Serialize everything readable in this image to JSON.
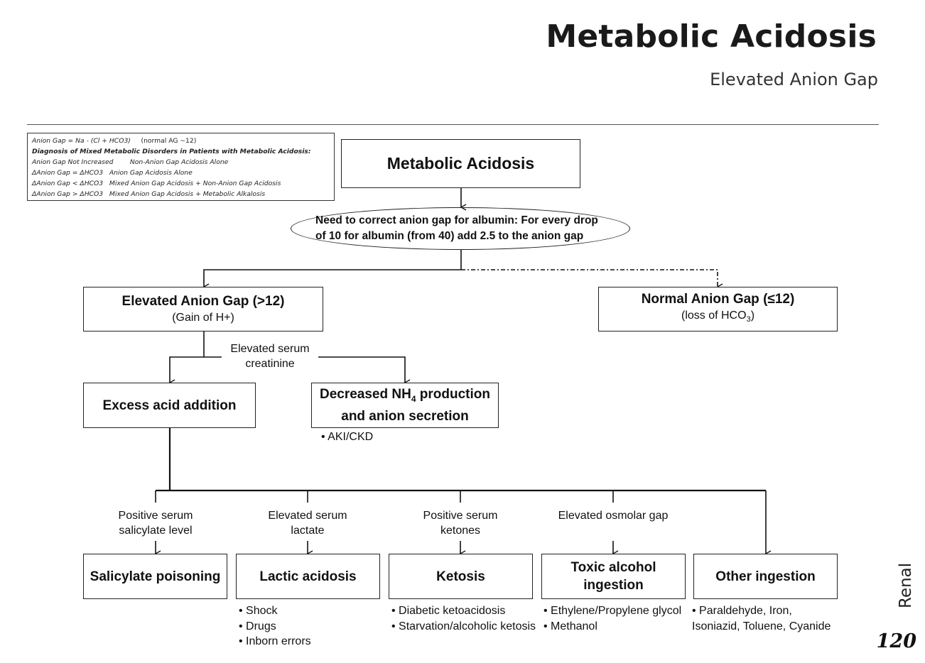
{
  "header": {
    "title": "Metabolic Acidosis",
    "subtitle": "Elevated Anion Gap"
  },
  "legend": {
    "formula": "Anion Gap = Na - (Cl + HCO3)",
    "normal": "(normal AG ~12)",
    "heading": "Diagnosis of Mixed Metabolic Disorders in Patients with Metabolic Acidosis:",
    "rows": [
      {
        "condition": "Anion Gap Not Increased",
        "result": "Non-Anion Gap Acidosis Alone"
      },
      {
        "condition": "ΔAnion Gap = ΔHCO3",
        "result": "Anion Gap Acidosis Alone"
      },
      {
        "condition": "ΔAnion Gap < ΔHCO3",
        "result": "Mixed Anion Gap Acidosis + Non-Anion Gap Acidosis"
      },
      {
        "condition": "ΔAnion Gap > ΔHCO3",
        "result": "Mixed Anion Gap Acidosis + Metabolic Alkalosis"
      }
    ]
  },
  "flow": {
    "root": "Metabolic Acidosis",
    "albumin_note": "Need to correct anion gap for albumin: For every drop of 10 for albumin (from 40) add 2.5 to the anion gap",
    "elevated": {
      "title": "Elevated Anion Gap (>12)",
      "sub": "(Gain of H+)"
    },
    "normal": {
      "title": "Normal Anion Gap (≤12)",
      "sub_prefix": "(loss of HCO",
      "sub_suffix": ")"
    },
    "creatinine_label": "Elevated serum creatinine",
    "excess_acid": "Excess acid addition",
    "decreased_nh4": {
      "prefix": "Decreased NH",
      "sub": "4",
      "suffix": " production and anion secretion"
    },
    "decreased_bullets": [
      "AKI/CKD"
    ],
    "branches": [
      {
        "condition": "Positive serum salicylate level",
        "title": "Salicylate poisoning",
        "bullets": []
      },
      {
        "condition": "Elevated serum lactate",
        "title": "Lactic acidosis",
        "bullets": [
          "Shock",
          "Drugs",
          "Inborn errors"
        ]
      },
      {
        "condition": "Positive serum ketones",
        "title": "Ketosis",
        "bullets": [
          "Diabetic ketoacidosis",
          "Starvation/alcoholic ketosis"
        ]
      },
      {
        "condition": "Elevated osmolar gap",
        "title": "Toxic alcohol ingestion",
        "bullets": [
          "Ethylene/Propylene glycol",
          "Methanol"
        ]
      },
      {
        "condition": "",
        "title": "Other ingestion",
        "bullets": [
          "Paraldehyde,  Iron, Isoniazid, Toluene, Cyanide"
        ]
      }
    ]
  },
  "side_label": "Renal",
  "page_number": "120"
}
